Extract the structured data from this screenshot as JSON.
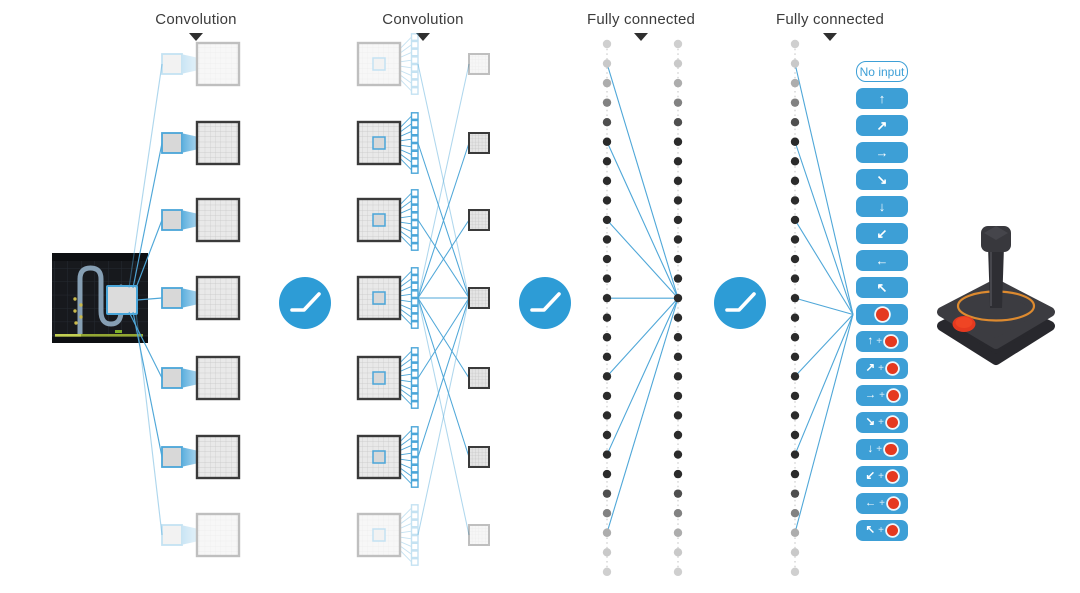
{
  "headers": [
    {
      "label": "Convolution"
    },
    {
      "label": "Convolution"
    },
    {
      "label": "Fully connected"
    },
    {
      "label": "Fully connected"
    }
  ],
  "network": {
    "input": {
      "description": "Atari game screen with highlighted convolution patch"
    },
    "conv1": {
      "feature_maps": 7,
      "faded_maps": [
        1,
        7
      ]
    },
    "conv2": {
      "feature_maps": 7,
      "patch_outputs_per_map": 8,
      "pooled_outputs": 7
    },
    "fc1": {
      "columns": 2,
      "units_per_column": 28
    },
    "fc2": {
      "columns": 1,
      "units_per_column": 28
    },
    "activation": "ReLU"
  },
  "actions": {
    "no_input_label": "No input",
    "plus_symbol": "+",
    "buttons": [
      {
        "type": "no_input",
        "label": "No input"
      },
      {
        "type": "move",
        "arrow": "↑"
      },
      {
        "type": "move",
        "arrow": "↗"
      },
      {
        "type": "move",
        "arrow": "→"
      },
      {
        "type": "move",
        "arrow": "↘"
      },
      {
        "type": "move",
        "arrow": "↓"
      },
      {
        "type": "move",
        "arrow": "↙"
      },
      {
        "type": "move",
        "arrow": "←"
      },
      {
        "type": "move",
        "arrow": "↖"
      },
      {
        "type": "fire"
      },
      {
        "type": "move_fire",
        "arrow": "↑"
      },
      {
        "type": "move_fire",
        "arrow": "↗"
      },
      {
        "type": "move_fire",
        "arrow": "→"
      },
      {
        "type": "move_fire",
        "arrow": "↘"
      },
      {
        "type": "move_fire",
        "arrow": "↓"
      },
      {
        "type": "move_fire",
        "arrow": "↙"
      },
      {
        "type": "move_fire",
        "arrow": "←"
      },
      {
        "type": "move_fire",
        "arrow": "↖"
      }
    ]
  },
  "colors": {
    "accent_blue": "#3d9fd6",
    "line_blue": "#4fa7d8",
    "fire_red": "#e5391f",
    "node_black": "#2b2b2b",
    "node_gray": "#cfcfcf",
    "map_border": "#3a3a3a",
    "map_fill": "#e9e9e9",
    "joystick_body": "#3c3c41",
    "joystick_ring": "#dd8a2f",
    "game_bg": "#17191d"
  }
}
